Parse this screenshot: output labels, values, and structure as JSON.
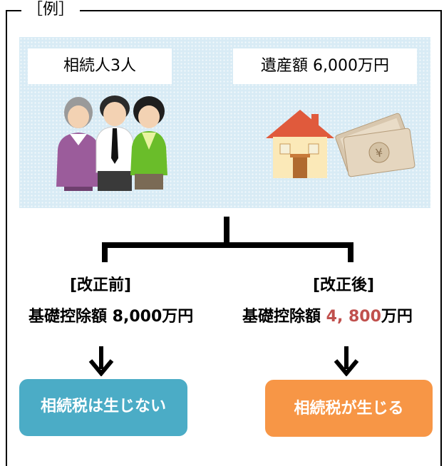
{
  "frame_title": "［例］",
  "scene": {
    "heirs_label": "相続人3人",
    "estate_label": "遺産額 6,000万円",
    "icons": [
      "family-icon",
      "house-icon",
      "banknotes-icon"
    ]
  },
  "before": {
    "heading": "[改正前]",
    "deduction_prefix": "基礎控除額 ",
    "deduction_amount": "8,000",
    "deduction_suffix": "万円",
    "result": "相続税は生じない",
    "result_color": "#4bacc6"
  },
  "after": {
    "heading": "[改正後]",
    "deduction_prefix": "基礎控除額 ",
    "deduction_amount": "4, 800",
    "deduction_suffix": "万円",
    "amount_color": "#c0504d",
    "result": "相続税が生じる",
    "result_color": "#f79646"
  }
}
